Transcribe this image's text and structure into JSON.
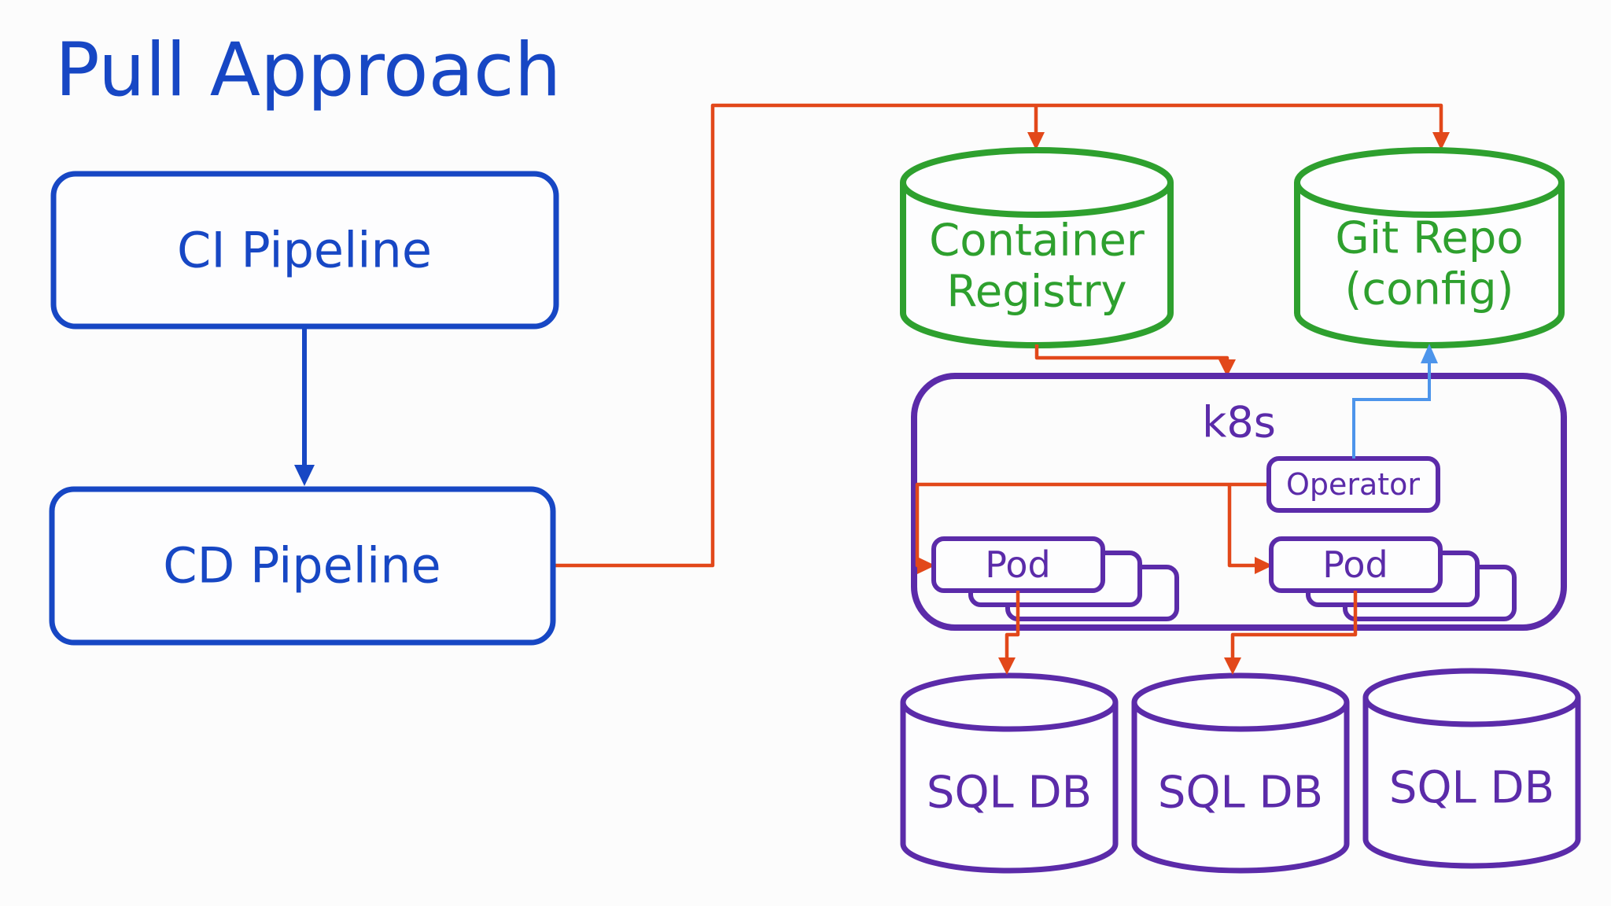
{
  "title": "Pull Approach",
  "colors": {
    "blue": "#1747C4",
    "light-blue": "#4D95EB",
    "orange": "#E2481A",
    "green": "#2EA02E",
    "purple": "#5B2BA9",
    "background": "#FCFCFC"
  },
  "nodes": {
    "ci_pipeline": {
      "label": "CI Pipeline"
    },
    "cd_pipeline": {
      "label": "CD Pipeline"
    },
    "container_registry": {
      "line1": "Container",
      "line2": "Registry"
    },
    "git_repo": {
      "line1": "Git Repo",
      "line2": "(config)"
    },
    "k8s": {
      "label": "k8s"
    },
    "operator": {
      "label": "Operator"
    },
    "pod_left": {
      "label": "Pod"
    },
    "pod_right": {
      "label": "Pod"
    },
    "sql_db_1": {
      "label": "SQL DB"
    },
    "sql_db_2": {
      "label": "SQL DB"
    },
    "sql_db_3": {
      "label": "SQL DB"
    }
  }
}
